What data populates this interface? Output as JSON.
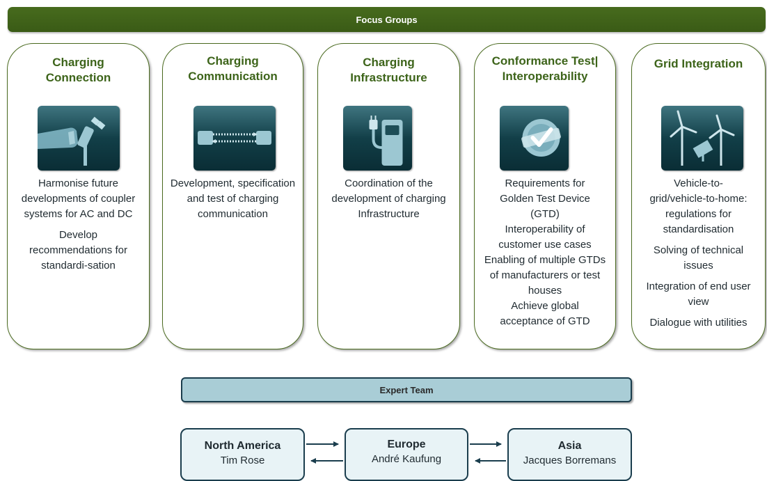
{
  "header": {
    "title": "Focus Groups"
  },
  "focus_groups": [
    {
      "title": "Charging Connection",
      "icon": "charging-plug-icon",
      "description": [
        "Harmonise future developments of coupler systems for AC and DC",
        "Develop recommendations for standardi-sation"
      ]
    },
    {
      "title": "Charging Communication",
      "icon": "communication-link-icon",
      "description": [
        "Development, specification and test of charging communication"
      ]
    },
    {
      "title": "Charging Infrastructure",
      "icon": "charging-station-icon",
      "description": [
        "Coordination of the development of charging Infrastructure"
      ]
    },
    {
      "title": "Conformance Test| Interoperability",
      "icon": "checkmark-icon",
      "description": [
        "Requirements for Golden Test Device (GTD)",
        "Interoperability of customer use cases",
        "Enabling of multiple GTDs of manufacturers or test houses",
        "Achieve global acceptance of GTD"
      ]
    },
    {
      "title": "Grid Integration",
      "icon": "wind-solar-icon",
      "description": [
        "Vehicle-to-grid/vehicle-to-home: regulations for standardisation",
        "Solving of technical issues",
        "Integration of end user view",
        "Dialogue with utilities"
      ]
    }
  ],
  "expert_team": {
    "label": "Expert Team"
  },
  "regions": [
    {
      "name": "North America",
      "person": "Tim Rose"
    },
    {
      "name": "Europe",
      "person": "André Kaufung"
    },
    {
      "name": "Asia",
      "person": "Jacques Borremans"
    }
  ],
  "colors": {
    "banner": "#3e6118",
    "title_green": "#3d641a",
    "icon_teal": "#123f48",
    "expert_fill": "#a9cdd6",
    "region_fill": "#e8f3f6",
    "border_dark": "#1a3d4d"
  }
}
